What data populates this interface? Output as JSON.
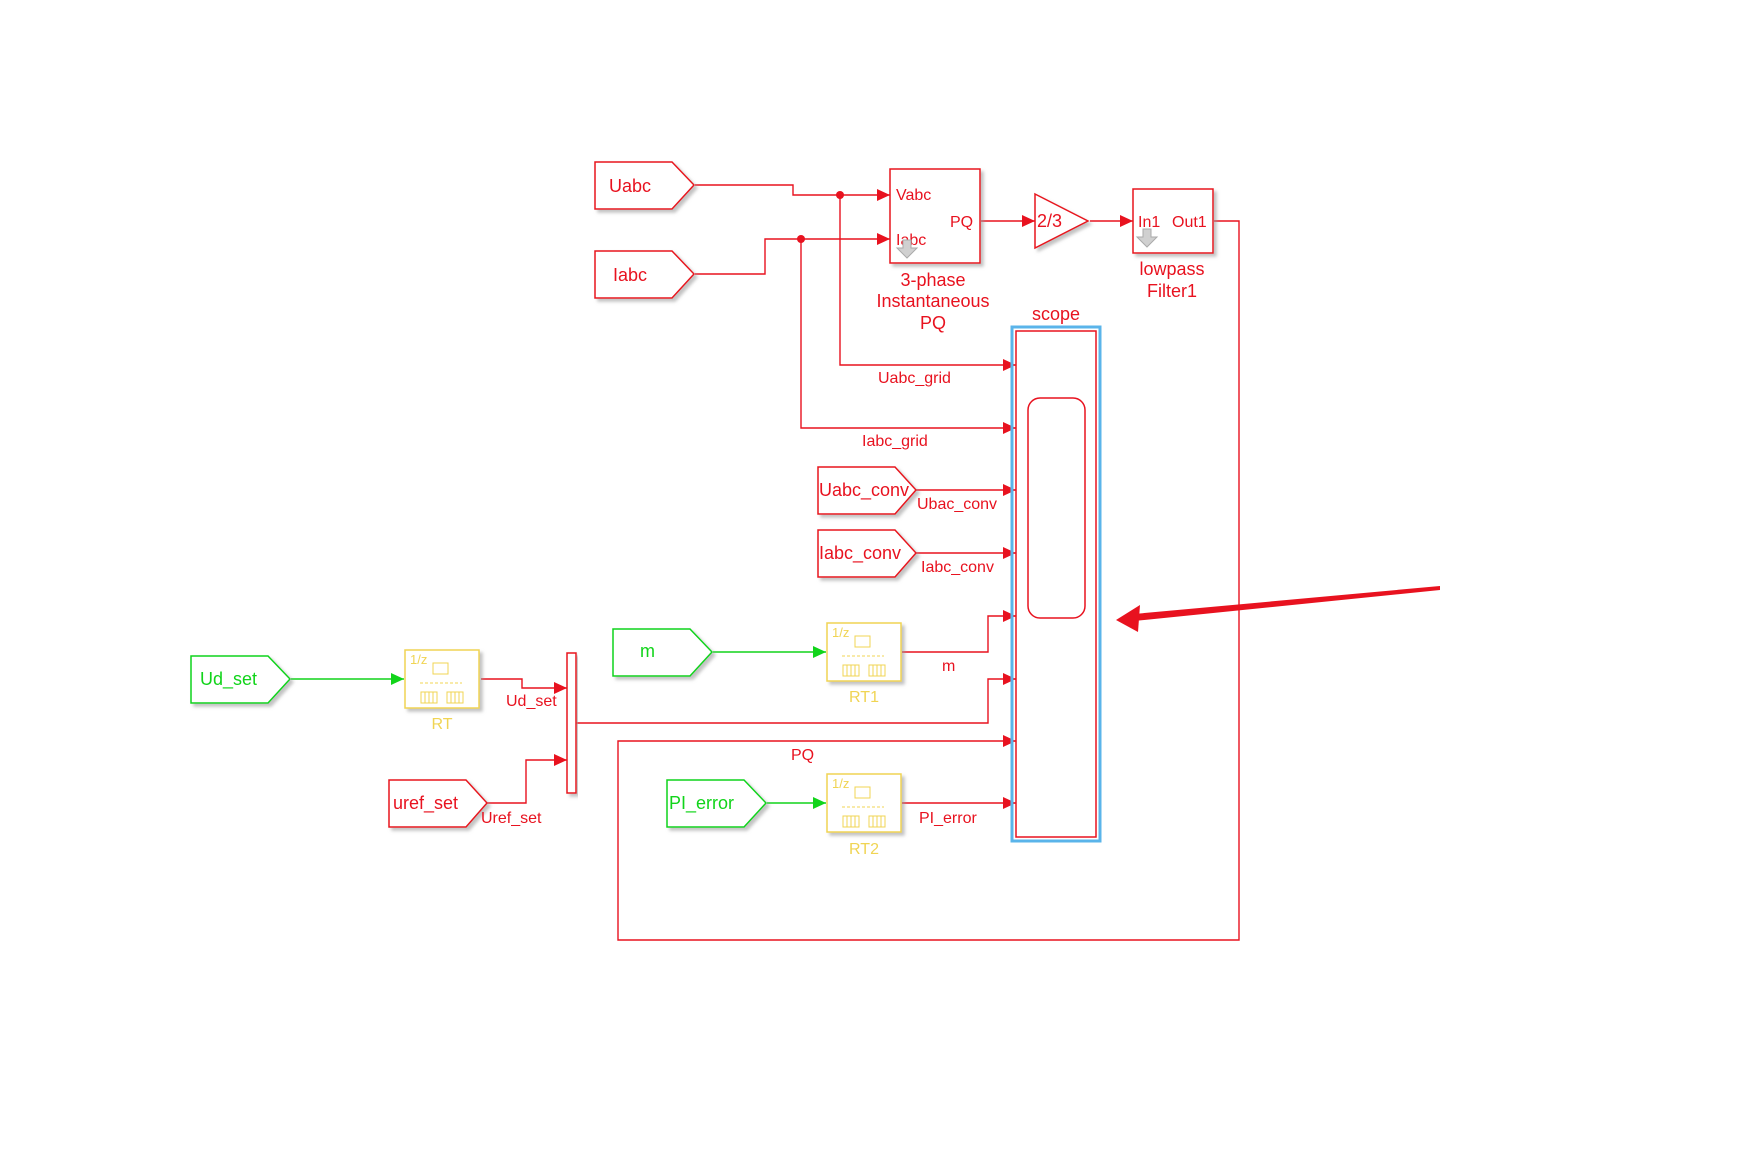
{
  "colors": {
    "red": "#e8121f",
    "green": "#11d41a",
    "yellow": "#f0d453",
    "selection": "#5ab4ea"
  },
  "goto_tags": {
    "uabc": "Uabc",
    "iabc": "Iabc",
    "uabc_conv": "Uabc_conv",
    "iabc_conv": "Iabc_conv",
    "ud_set": "Ud_set",
    "m": "m",
    "uref_set": "uref_set",
    "pi_error": "PI_error"
  },
  "pq_block": {
    "port_vabc": "Vabc",
    "port_iabc": "Iabc",
    "port_pq": "PQ",
    "name_line1": "3-phase",
    "name_line2": "Instantaneous",
    "name_line3": "PQ"
  },
  "gain_block": {
    "value": "2/3"
  },
  "filter_block": {
    "port_in": "In1",
    "port_out": "Out1",
    "name_line1": "lowpass",
    "name_line2": "Filter1"
  },
  "scope_block": {
    "name": "scope"
  },
  "rate_transitions": [
    {
      "label": "1/z",
      "name": "RT"
    },
    {
      "label": "1/z",
      "name": "RT1"
    },
    {
      "label": "1/z",
      "name": "RT2"
    }
  ],
  "signals": {
    "uabc_grid": "Uabc_grid",
    "iabc_grid": "Iabc_grid",
    "ubac_conv": "Ubac_conv",
    "iabc_conv": "Iabc_conv",
    "m": "m",
    "ud_set": "Ud_set",
    "pq": "PQ",
    "uref_set": "Uref_set",
    "pi_error": "PI_error"
  },
  "annotation_arrow": "red-arrow-icon"
}
